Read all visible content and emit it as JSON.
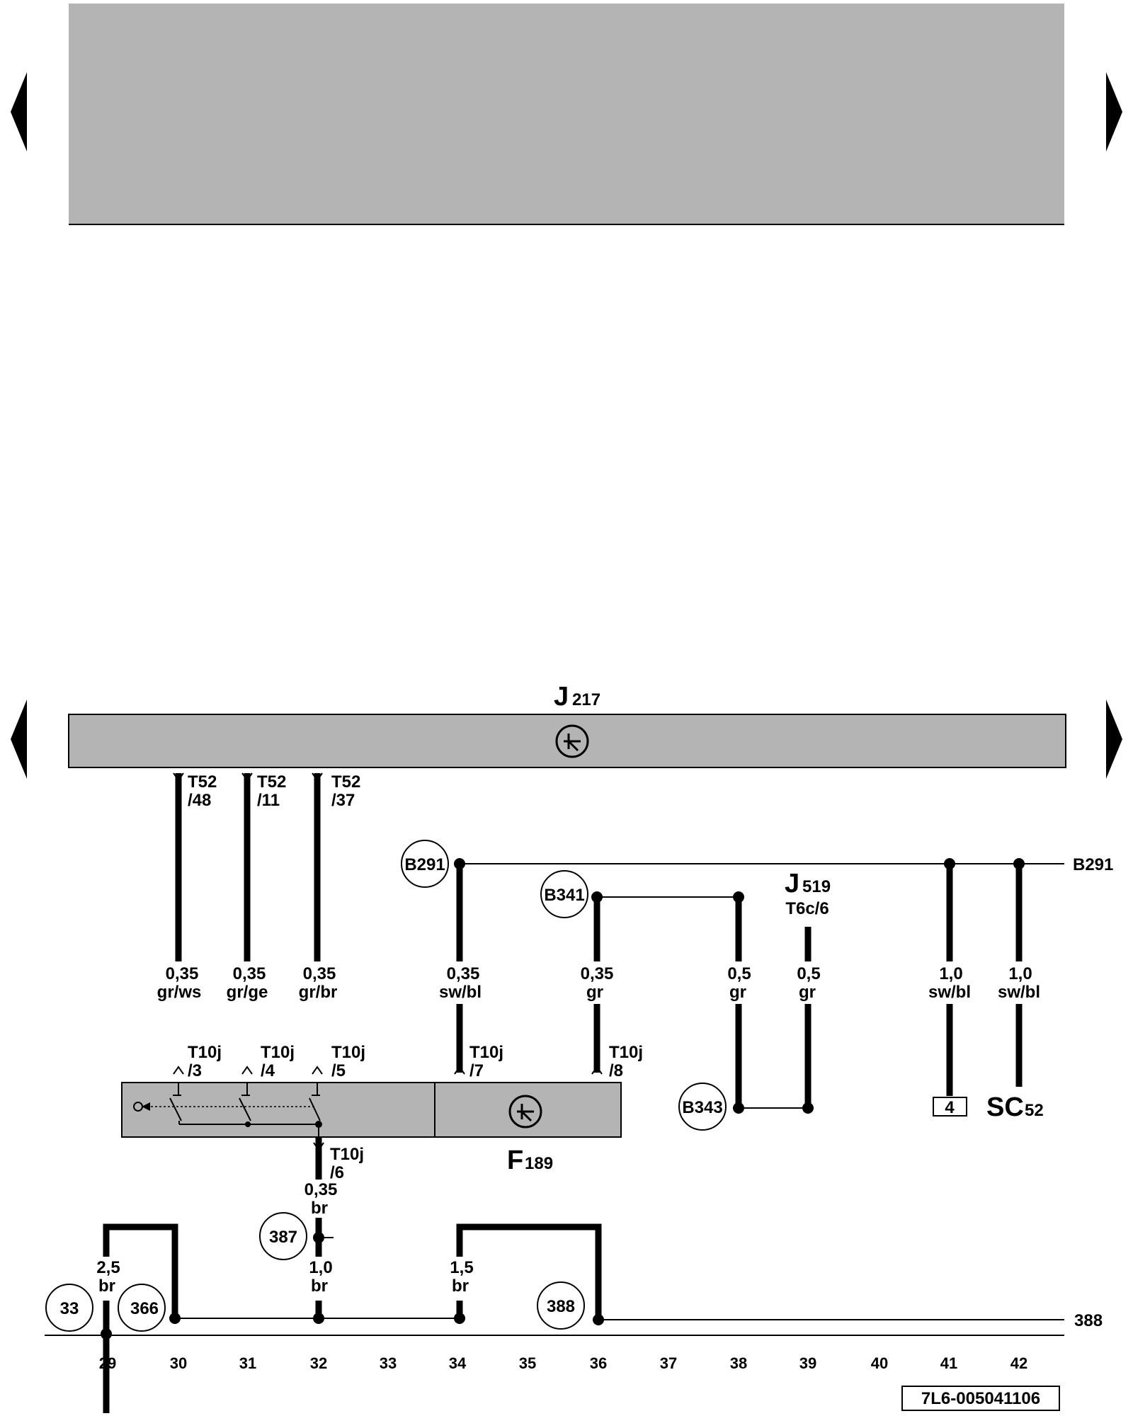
{
  "nav": {
    "prev_arrow": "previous-page-icon",
    "next_arrow": "next-page-icon"
  },
  "components": {
    "j217": {
      "main": "J",
      "sub": "217"
    },
    "j519": {
      "main": "J",
      "sub": "519",
      "pin": "T6c/6"
    },
    "f189": {
      "main": "F",
      "sub": "189"
    },
    "sc52": {
      "main": "SC",
      "sub": "52"
    },
    "fuse_box": "4"
  },
  "connectors": {
    "t52_48": [
      "T52",
      "/48"
    ],
    "t52_11": [
      "T52",
      "/11"
    ],
    "t52_37": [
      "T52",
      "/37"
    ],
    "t10j_3": [
      "T10j",
      "/3"
    ],
    "t10j_4": [
      "T10j",
      "/4"
    ],
    "t10j_5": [
      "T10j",
      "/5"
    ],
    "t10j_7": [
      "T10j",
      "/7"
    ],
    "t10j_8": [
      "T10j",
      "/8"
    ],
    "t10j_6": [
      "T10j",
      "/6"
    ]
  },
  "wires": {
    "c30": [
      "0,35",
      "gr/ws"
    ],
    "c31": [
      "0,35",
      "gr/ge"
    ],
    "c32": [
      "0,35",
      "gr/br"
    ],
    "c34": [
      "0,35",
      "sw/bl"
    ],
    "c36": [
      "0,35",
      "gr"
    ],
    "c38": [
      "0,5",
      "gr"
    ],
    "c39": [
      "0,5",
      "gr"
    ],
    "c41": [
      "1,0",
      "sw/bl"
    ],
    "c42": [
      "1,0",
      "sw/bl"
    ],
    "w6": [
      "0,35",
      "br"
    ],
    "g29": [
      "2,5",
      "br"
    ],
    "g32": [
      "1,0",
      "br"
    ],
    "g34": [
      "1,5",
      "br"
    ]
  },
  "nodes": {
    "b291": "B291",
    "b341": "B341",
    "b343": "B343",
    "n33": "33",
    "n366": "366",
    "n387": "387",
    "n388": "388"
  },
  "refs": {
    "b291_right": "B291",
    "n388_right": "388"
  },
  "columns": [
    "29",
    "30",
    "31",
    "32",
    "33",
    "34",
    "35",
    "36",
    "37",
    "38",
    "39",
    "40",
    "41",
    "42"
  ],
  "footer": {
    "code": "7L6-005041106"
  },
  "colors": {
    "component_fill": "#b4b4b4",
    "line": "#000000",
    "background": "#ffffff"
  }
}
